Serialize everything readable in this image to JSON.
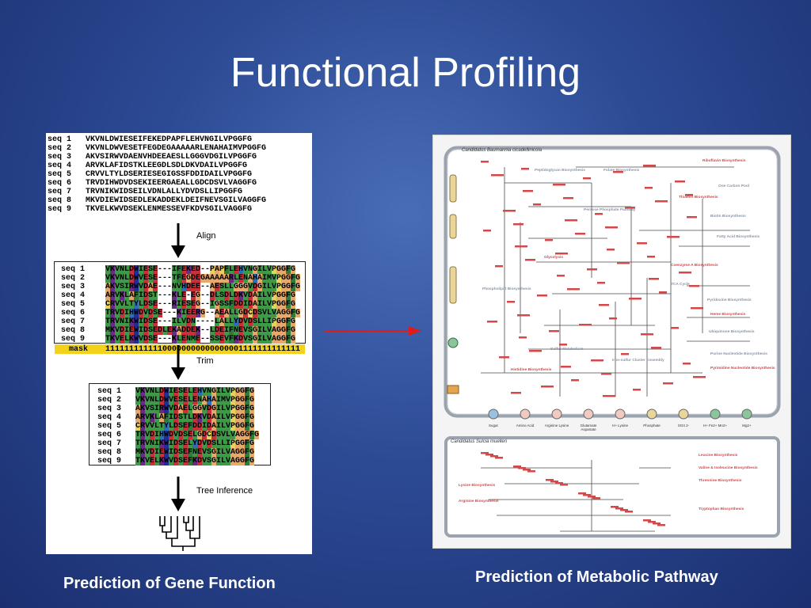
{
  "slide": {
    "title": "Functional Profiling",
    "caption_left": "Prediction of Gene Function",
    "caption_right": "Prediction of Metabolic Pathway"
  },
  "alignment": {
    "raw": [
      {
        "label": "seq 1",
        "seq": "VKVNLDWIESEIFEKEDPAPFLEHVNGILVPGGFG"
      },
      {
        "label": "seq 2",
        "seq": "VKVNLDWVESETFEGDEGAAAAARLENAHAIMVPGGFG"
      },
      {
        "label": "seq 3",
        "seq": "AKVSIRWVDAENVHDEEAESLLGGGVDGILVPGGFG"
      },
      {
        "label": "seq 4",
        "seq": "ARVKLAFIDSTKLEEGDLSDLDKVDAILVPGGFG"
      },
      {
        "label": "seq 5",
        "seq": "CRVVLTYLDSERIESEGIGSSFDDIDAILVPGGFG"
      },
      {
        "label": "seq 6",
        "seq": "TRVDIHWDVDSEKIEERGAEALLGDCDSVLVAGGFG"
      },
      {
        "label": "seq 7",
        "seq": "TRVNIKWIDSEILVDNLALLYDVDSLLIPGGFG"
      },
      {
        "label": "seq 8",
        "seq": "MKVDIEWIDSEDLEKADDEKLDEIFNEVSGILVAGGFG"
      },
      {
        "label": "seq 9",
        "seq": "TKVELKWVDSEKLENMESSEVFKDVSGILVAGGFG"
      }
    ],
    "aligned": [
      {
        "label": "seq 1",
        "seq": "VKVNLDWIESE---IFEKED--PAPFLEHVNGILVPGGFG"
      },
      {
        "label": "seq 2",
        "seq": "VKVNLDWVESE---TFEGDEGAAAAARLENAHAIMVPGGFG"
      },
      {
        "label": "seq 3",
        "seq": "AKVSIRWVDAE---NVHDEE--AESLLGGGVDGILVPGGFG"
      },
      {
        "label": "seq 4",
        "seq": "ARVKLAFIDST---KLE-EG--DLSDLDKVDAILVPGGFG"
      },
      {
        "label": "seq 5",
        "seq": "CRVVLTYLDSE---RIESEG--IGSSFDDIDAILVPGGFG"
      },
      {
        "label": "seq 6",
        "seq": "TRVDIHWDVDSE---KIEERG--AEALLGDCDSVLVAGGFG"
      },
      {
        "label": "seq 7",
        "seq": "TRVNIKWIDSE---ILVDN----LALLYDVDSLLIPGGFG"
      },
      {
        "label": "seq 8",
        "seq": "MKVDIEWIDSEDLEKADDEK--LDEIFNEVSGILVAGGFG"
      },
      {
        "label": "seq 9",
        "seq": "TKVELKWVDSE---KLENME--SSEVFKDVSGILVAGGFG"
      }
    ],
    "mask_label": "mask",
    "mask": "11111111111100000000000000001111111111111",
    "trimmed": [
      {
        "label": "seq 1",
        "seq": "VKVNLDWIESELEHVNGILVPGGFG"
      },
      {
        "label": "seq 2",
        "seq": "VKVNLDWVESELENAHAIMVPGGFG"
      },
      {
        "label": "seq 3",
        "seq": "AKVSIRWVDAELGGVDGILVPGGFG"
      },
      {
        "label": "seq 4",
        "seq": "ARVKLAFIDSTLDKVDAILVPGGFG"
      },
      {
        "label": "seq 5",
        "seq": "CRVVLTYLDSEFDDIDAILVPGGFG"
      },
      {
        "label": "seq 6",
        "seq": "TRVDIHWDVDSELGDCDSVLVAGGFG"
      },
      {
        "label": "seq 7",
        "seq": "TRVNIKWIDSELYDVDSLLIPGGFG"
      },
      {
        "label": "seq 8",
        "seq": "MKVDIEWIDSEFNEVSGILVAGGFG"
      },
      {
        "label": "seq 9",
        "seq": "TKVELKWVDSEFKDVSGILVAGGFG"
      }
    ],
    "steps": [
      "Align",
      "Trim",
      "Tree Inference"
    ]
  },
  "pathway": {
    "organism_top": "Candidatus Baumannia cicadellinicola",
    "organism_bottom": "Candidatus Sulcia muelleri",
    "pathways_top": [
      "Riboflavin Biosynthesis",
      "Folate Biosynthesis",
      "One Carbon Pool",
      "Thiamin Biosynthesis",
      "Biotin Biosynthesis",
      "Fatty Acid Biosynthesis",
      "Coenzyme A Biosynthesis",
      "TCA Cycle",
      "Pyridoxine Biosynthesis",
      "Heme Biosynthesis",
      "Ubiquinone Biosynthesis",
      "Purine Nucleotide Biosynthesis",
      "Pyrimidine Nucleotide Biosynthesis",
      "Peptidoglycan Biosynthesis",
      "Pentose Phosphate Pathway",
      "Glycolysis",
      "Phospholipid Biosynthesis",
      "Sulfur Metabolism",
      "Histidine Biosynthesis",
      "Iron-sulfur Cluster Assembly"
    ],
    "pathways_bottom": [
      "Leucine Biosynthesis",
      "Valine & Isoleucine Biosynthesis",
      "Threonine Biosynthesis",
      "Lysine Biosynthesis",
      "Arginine Biosynthesis",
      "Tryptophan Biosynthesis"
    ],
    "transporters": [
      "Sugar",
      "Amino Acid",
      "Arginine Lysine",
      "Glutamate Aspartate",
      "H+ Lysine",
      "Phosphate",
      "SO4 2-",
      "H+ Fe2+ Mn2+",
      "Mg2+"
    ]
  },
  "colors": {
    "background": "#2c4a94",
    "arrow_red": "#e01b1b",
    "pathway_red": "#d2494a",
    "pathway_gray": "#8896a8",
    "mask_highlight": "#f2d21b"
  }
}
